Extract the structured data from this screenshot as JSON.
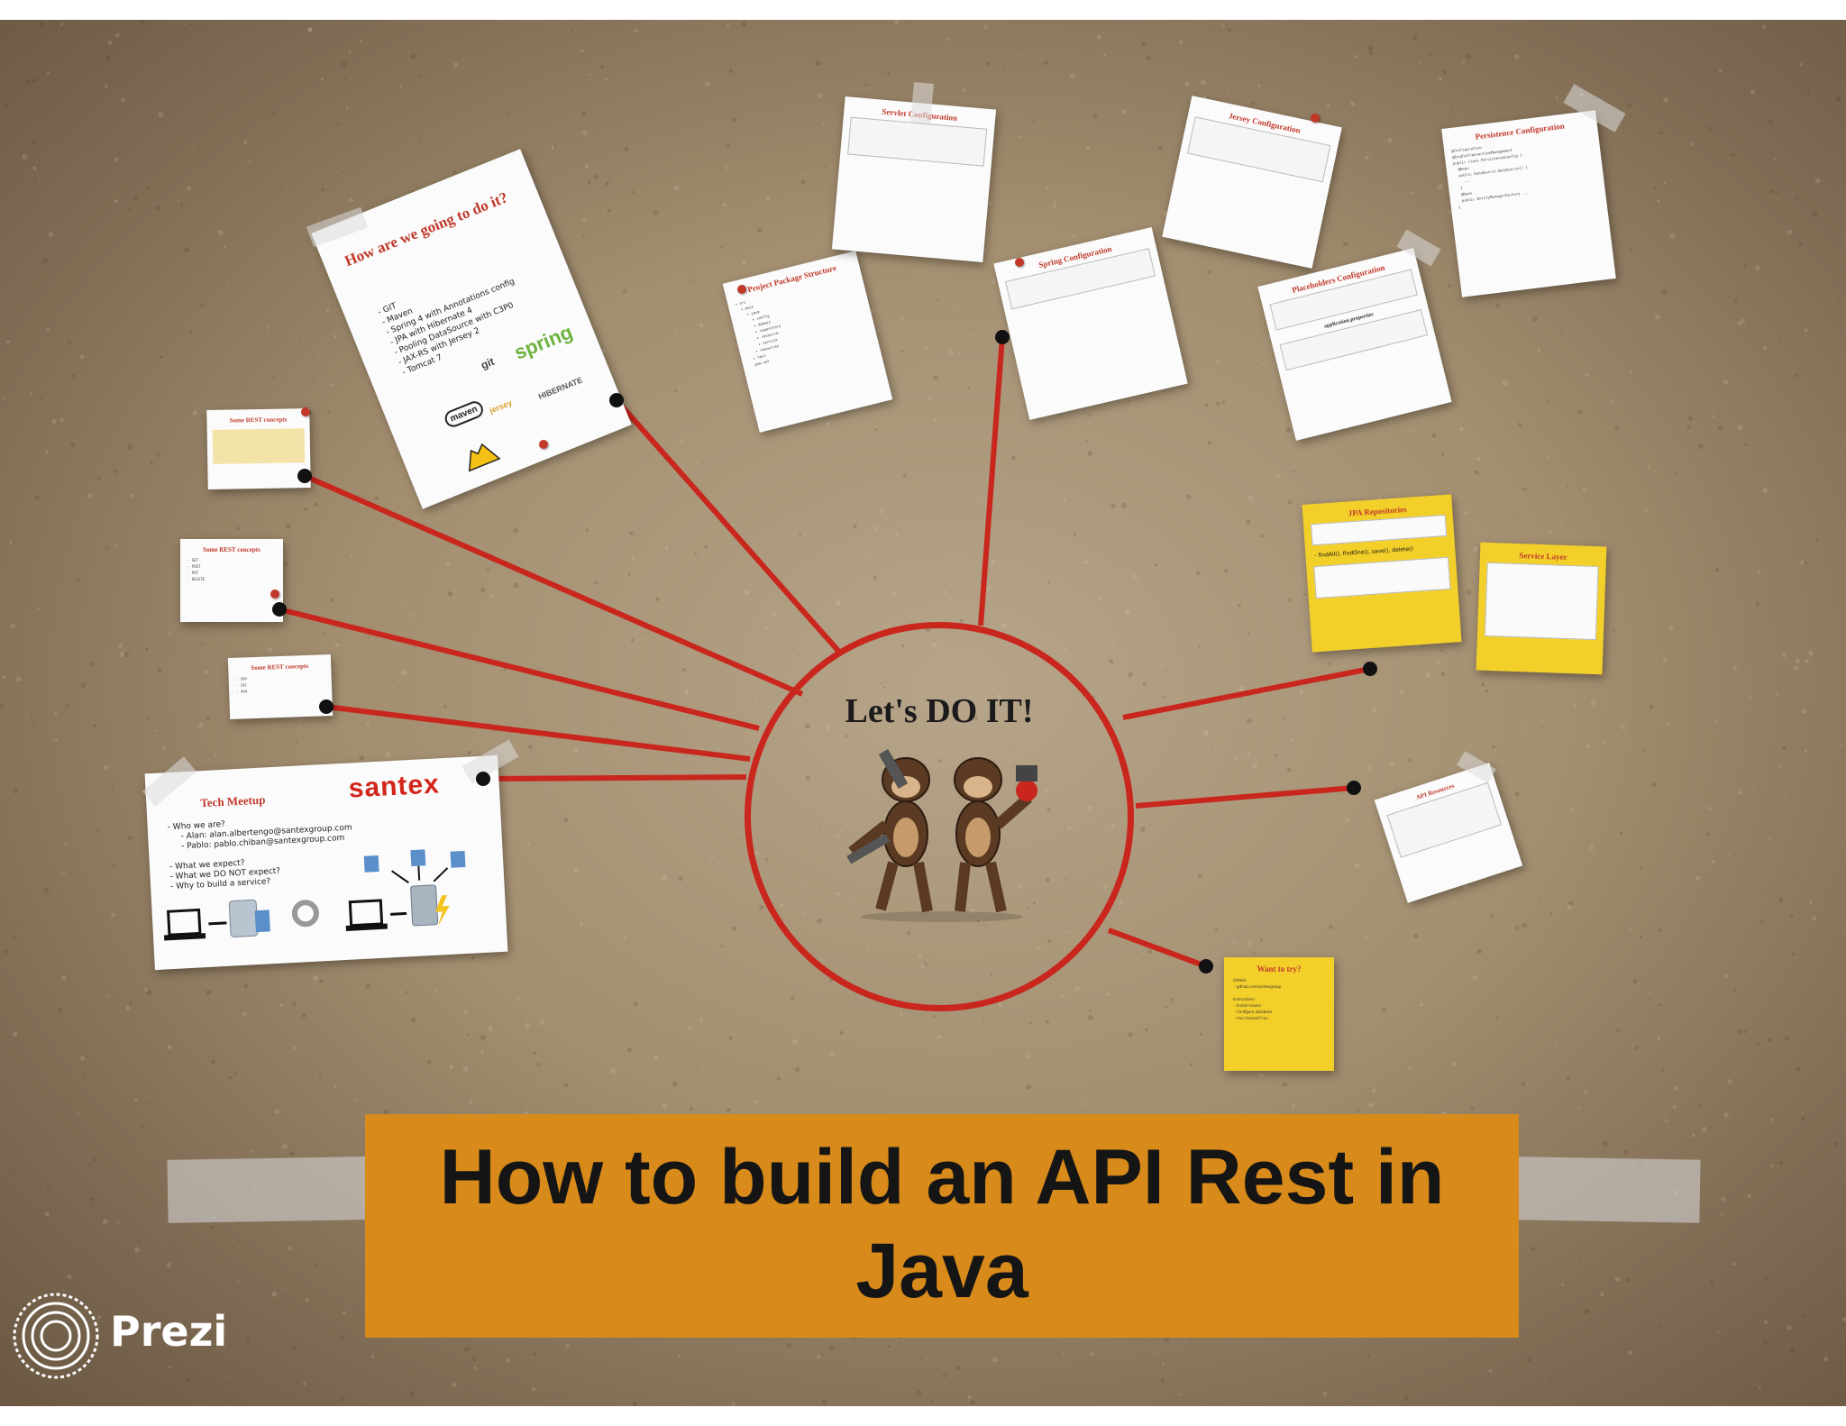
{
  "hub": {
    "title": "Let's DO IT!"
  },
  "banner": {
    "line1": "How to build an API Rest in",
    "line2": "Java"
  },
  "prezi": {
    "label": "Prezi"
  },
  "tech_meetup": {
    "title": "Tech Meetup",
    "logo": "santex",
    "items": "- Who we are?\n     - Alan: alan.albertengo@santexgroup.com\n     - Pablo: pablo.chiban@santexgroup.com\n\n- What we expect?\n- What we DO NOT expect?\n- Why to build a service?"
  },
  "how_card": {
    "title": "How are we going to do it?",
    "items": "- GIT\n- Maven\n- Spring 4 with Annotations config\n- JPA with Hibernate 4\n- Pooling DataSource with C3P0\n- JAX-RS with Jersey 2\n- Tomcat 7",
    "logos": [
      "git",
      "spring",
      "maven",
      "jersey",
      "HIBERNATE"
    ]
  },
  "rest_cards": [
    {
      "title": "Some REST concepts"
    },
    {
      "title": "Some REST concepts"
    },
    {
      "title": "Some REST concepts"
    }
  ],
  "config_cards": {
    "project_package": "Project Package Structure",
    "servlet": "Servlet Configuration",
    "spring": "Spring Configuration",
    "jersey": "Jersey Configuration",
    "placeholders": "Placeholders Configuration",
    "persistence": "Persistence Configuration",
    "app_properties": "application.properties"
  },
  "yellow_cards": {
    "jpa": "JPA Repositories",
    "methods": "- findAll(), findOne(), save(), delete()",
    "service": "Service Layer",
    "want": "Want to try?"
  },
  "api_card": "API Resources",
  "colors": {
    "accent": "#c9261d",
    "banner": "#d88a1a",
    "sticky": "#f3cf2a"
  }
}
